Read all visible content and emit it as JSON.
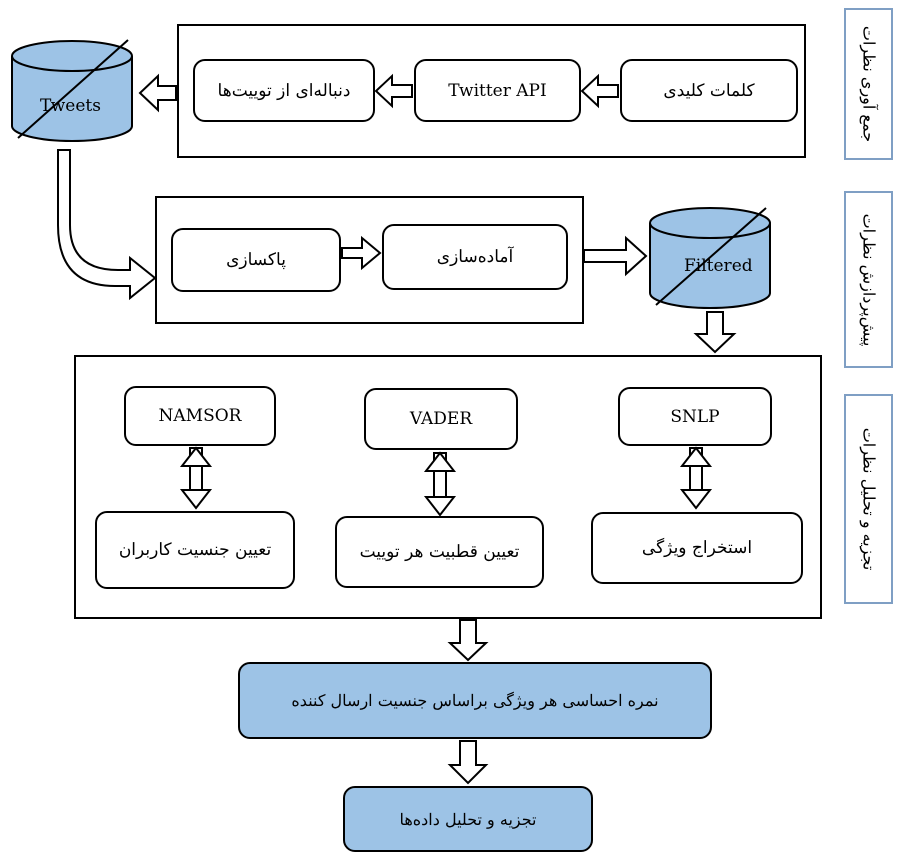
{
  "stages": {
    "collect": "جمع آوری نظرات",
    "preprocess": "پیش‌پردازش نظرات",
    "analysis": "تجزیه و تحلیل نظرات"
  },
  "collection": {
    "keywords": "کلمات کلیدی",
    "api": "Twitter API",
    "stream": "دنباله‌ای از توییت‌ها"
  },
  "databases": {
    "tweets": "Tweets",
    "filtered": "Filtered"
  },
  "preprocessing": {
    "cleaning": "پاکسازی",
    "preparation": "آماده‌سازی"
  },
  "analysis": {
    "namsor": "NAMSOR",
    "vader": "VADER",
    "snlp": "SNLP",
    "gender": "تعیین جنسیت کاربران",
    "polarity": "تعیین قطبیت هر توییت",
    "feature": "استخراج ویژگی"
  },
  "results": {
    "score": "نمره احساسی هر ویژگی براساس جنسیت ارسال کننده",
    "data_analysis": "تجزیه و تحلیل داده‌ها"
  },
  "colors": {
    "blue_fill": "#9dc3e6",
    "stage_border": "#7f9fc4"
  }
}
